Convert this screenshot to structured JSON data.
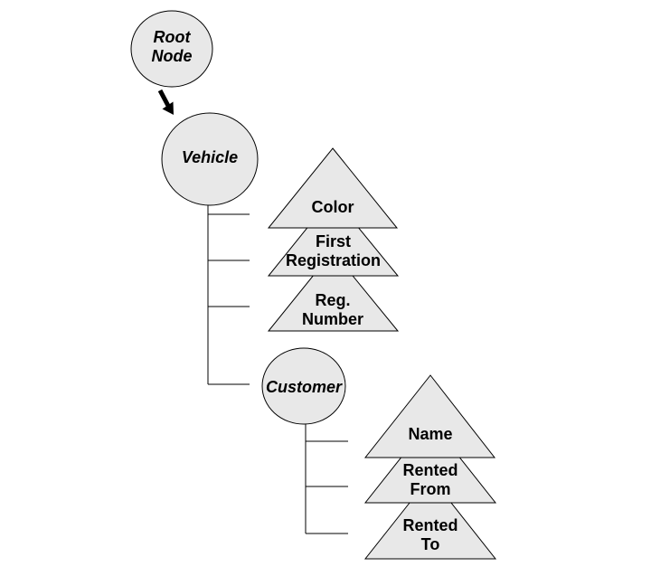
{
  "diagram": {
    "title": "XML/DOM-style tree of a vehicle rental record",
    "background_color": "#ffffff",
    "node_fill_color": "#e8e8e8",
    "node_stroke_color": "#000000",
    "connector_color": "#000000",
    "nodes": {
      "root": {
        "label": "Root\nNode",
        "shape": "circle"
      },
      "vehicle": {
        "label": "Vehicle",
        "shape": "circle",
        "parent": "root"
      },
      "customer": {
        "label": "Customer",
        "shape": "circle",
        "parent": "vehicle"
      },
      "color": {
        "label": "Color",
        "shape": "triangle",
        "parent": "vehicle"
      },
      "first_registration": {
        "label": "First\nRegistration",
        "shape": "triangle",
        "parent": "vehicle"
      },
      "reg_number": {
        "label": "Reg.\nNumber",
        "shape": "triangle",
        "parent": "vehicle"
      },
      "name": {
        "label": "Name",
        "shape": "triangle",
        "parent": "customer"
      },
      "rented_from": {
        "label": "Rented\nFrom",
        "shape": "triangle",
        "parent": "customer"
      },
      "rented_to": {
        "label": "Rented\nTo",
        "shape": "triangle",
        "parent": "customer"
      }
    }
  }
}
